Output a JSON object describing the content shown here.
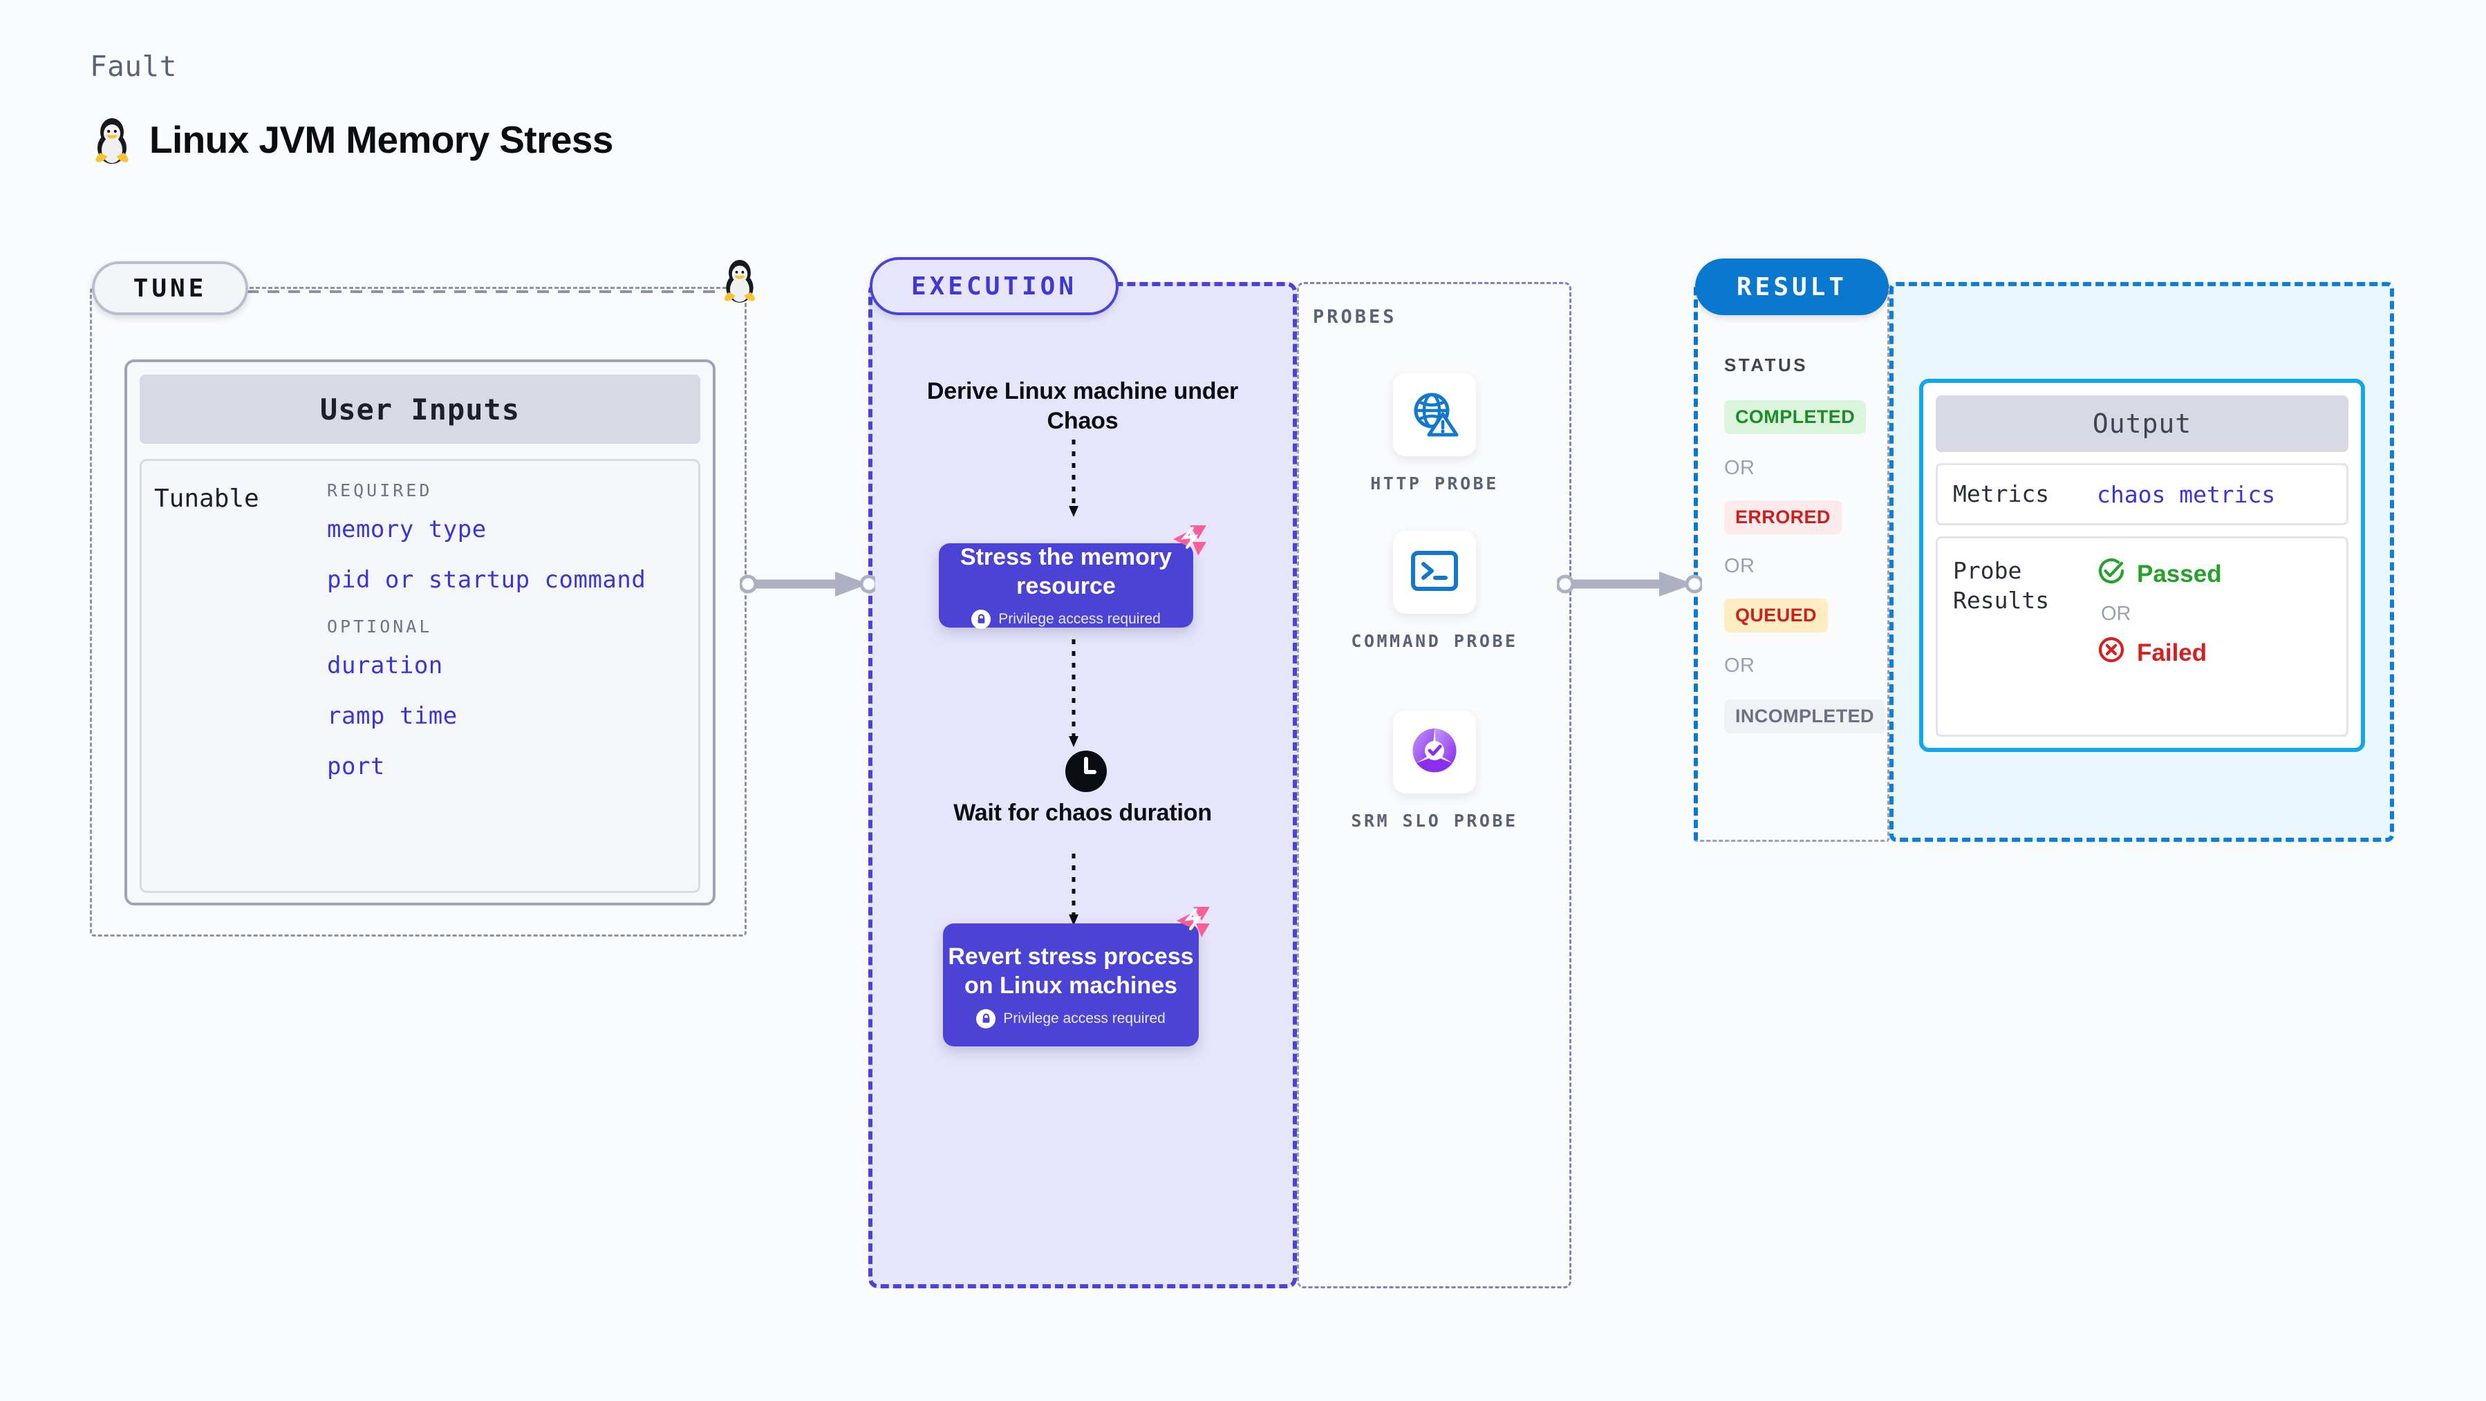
{
  "header": {
    "kicker": "Fault",
    "title": "Linux JVM Memory Stress",
    "icon": "tux-penguin-icon"
  },
  "tune": {
    "pill_label": "TUNE",
    "card_title": "User Inputs",
    "tunable_label": "Tunable",
    "groups": [
      {
        "title": "REQUIRED",
        "items": [
          "memory type",
          "pid or startup command"
        ]
      },
      {
        "title": "OPTIONAL",
        "items": [
          "duration",
          "ramp time",
          "port"
        ]
      }
    ]
  },
  "execution": {
    "pill_label": "EXECUTION",
    "steps": [
      {
        "type": "text",
        "label": "Derive Linux machine under Chaos"
      },
      {
        "type": "action",
        "label": "Stress the memory resource",
        "privilege": "Privilege access required",
        "badge": "fault-injection-badge"
      },
      {
        "type": "wait",
        "label": "Wait for chaos duration",
        "icon": "clock-icon"
      },
      {
        "type": "action",
        "label": "Revert stress process on Linux machines",
        "privilege": "Privilege access required",
        "badge": "fault-injection-badge"
      }
    ]
  },
  "probes": {
    "section_label": "PROBES",
    "items": [
      {
        "label": "HTTP PROBE",
        "icon": "globe-warning-icon"
      },
      {
        "label": "COMMAND PROBE",
        "icon": "terminal-prompt-icon"
      },
      {
        "label": "SRM SLO PROBE",
        "icon": "slo-donut-check-icon"
      }
    ]
  },
  "result": {
    "pill_label": "RESULT",
    "status_label": "STATUS",
    "or_label": "OR",
    "statuses": [
      {
        "label": "COMPLETED",
        "bg": "#daf5dc",
        "fg": "#1d8b28"
      },
      {
        "label": "ERRORED",
        "bg": "#fdeaea",
        "fg": "#cc2020"
      },
      {
        "label": "QUEUED",
        "bg": "#fcedc2",
        "fg": "#cc2020"
      },
      {
        "label": "INCOMPLETED",
        "bg": "#f0f1f5",
        "fg": "#6b7180"
      }
    ]
  },
  "output": {
    "card_title": "Output",
    "metrics_key": "Metrics",
    "metrics_value": "chaos metrics",
    "probe_results_key": "Probe Results",
    "or_label": "OR",
    "passed_label": "Passed",
    "failed_label": "Failed"
  },
  "colors": {
    "primary_purple": "#4b42d6",
    "result_blue": "#0b78d0",
    "output_cyan": "#12a7e8",
    "fault_pink": "#fb5f97",
    "link_blue": "#3b35d8"
  }
}
